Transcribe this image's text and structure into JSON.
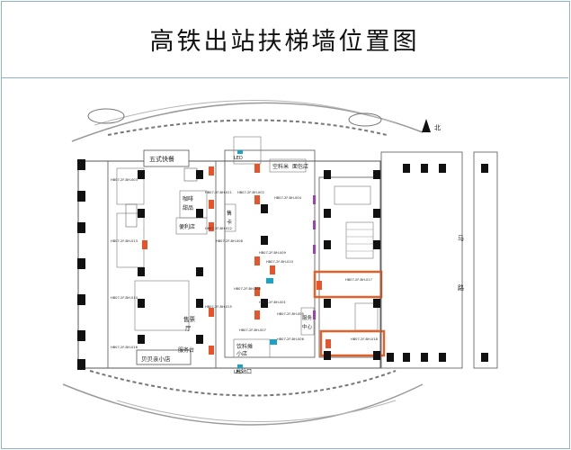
{
  "title": "高铁出站扶梯墙位置图",
  "compass": {
    "label": "北"
  },
  "colors": {
    "highlight": "#e0622a",
    "pillar": "#111111",
    "ad_panel": "#e8542a",
    "purple_panel": "#9b3fb4",
    "teal_panel": "#1aa3c4",
    "line": "#444444"
  },
  "shops": {
    "top_left_label": "五式快餐",
    "top_center_a": "空料米",
    "top_center_b": "面包店",
    "left_mid_a": "咖啡",
    "left_mid_b": "甜品",
    "left_mid_c": "便利店",
    "left_lower_a": "售票",
    "left_lower_b": "厅",
    "left_lower_c": "服务台",
    "left_bottom": "贝贝亲小店",
    "center_left_a": "售",
    "center_left_b": "卡",
    "center_bottom_a": "饮料摊",
    "center_bottom_b": "小店",
    "center_right_a": "服务",
    "center_right_b": "中心",
    "bottom_center": "出站口"
  },
  "codes": {
    "c1": "HB07-2F-BH-003",
    "c2": "HB07-2F-BH-011",
    "c3": "HB07-2F-BH-012",
    "c4": "HB07-2F-BH-013",
    "c5": "HB07-2F-BH-014",
    "c6": "HB07-2F-BH-015",
    "c7": "HB07-2F-BH-016",
    "c8": "HB07-2F-BH-002",
    "c9": "HB07-2F-BH-004",
    "c10": "HB07-2F-BH-008",
    "c11": "HB07-2F-BH-009",
    "c12": "HB07-2F-BH-010",
    "c13": "HB07-2F-BH-008",
    "c14": "HB07-2F-BH-001",
    "c15": "HB07-2F-BH-005",
    "c16": "HB07-2F-BH-007",
    "c17": "HB07-2F-BH-006",
    "c18": "HB07-2F-BH-017",
    "c19": "HB07-2F-BH-018"
  },
  "street_label": {
    "a": "马",
    "b": "路"
  },
  "signs": {
    "top": "LED",
    "bottom": "LED"
  }
}
